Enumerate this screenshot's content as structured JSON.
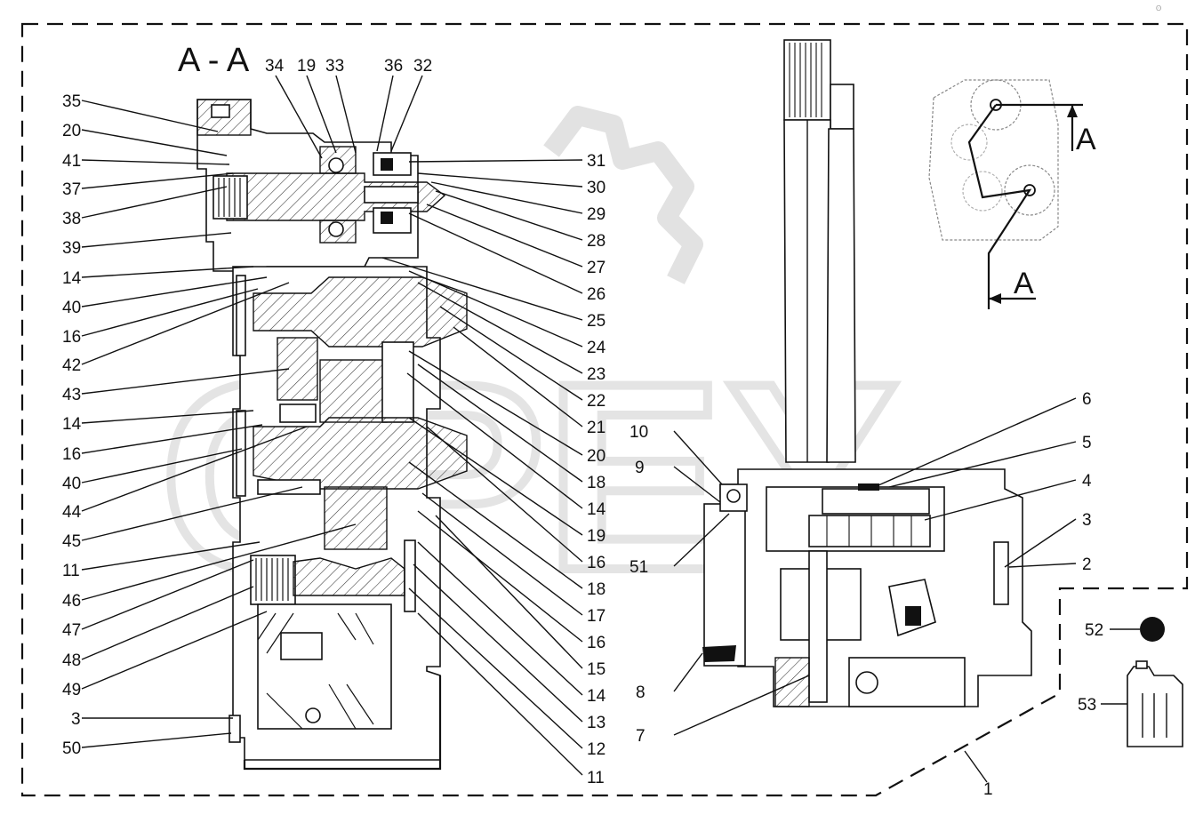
{
  "diagram": {
    "section_title": "A - A",
    "section_arrow_label": "A",
    "watermark_text": "OPEX",
    "left_labels": [
      "35",
      "20",
      "41",
      "37",
      "38",
      "39",
      "14",
      "40",
      "16",
      "42",
      "43",
      "14",
      "16",
      "40",
      "44",
      "45",
      "11",
      "46",
      "47",
      "48",
      "49",
      "3",
      "50"
    ],
    "top_labels": [
      "34",
      "19",
      "33",
      "36",
      "32"
    ],
    "right_labels": [
      "31",
      "30",
      "29",
      "28",
      "27",
      "26",
      "25",
      "24",
      "23",
      "22",
      "21",
      "20",
      "18",
      "14",
      "19",
      "16",
      "18",
      "17",
      "16",
      "15",
      "14",
      "13",
      "12",
      "11"
    ],
    "assembly_labels": [
      "10",
      "9",
      "51",
      "8",
      "7",
      "6",
      "5",
      "4",
      "3",
      "2",
      "1"
    ],
    "kit_labels": [
      "52",
      "53"
    ]
  },
  "colors": {
    "line": "#111111",
    "watermark": "#e2e2e2",
    "background": "#ffffff"
  }
}
